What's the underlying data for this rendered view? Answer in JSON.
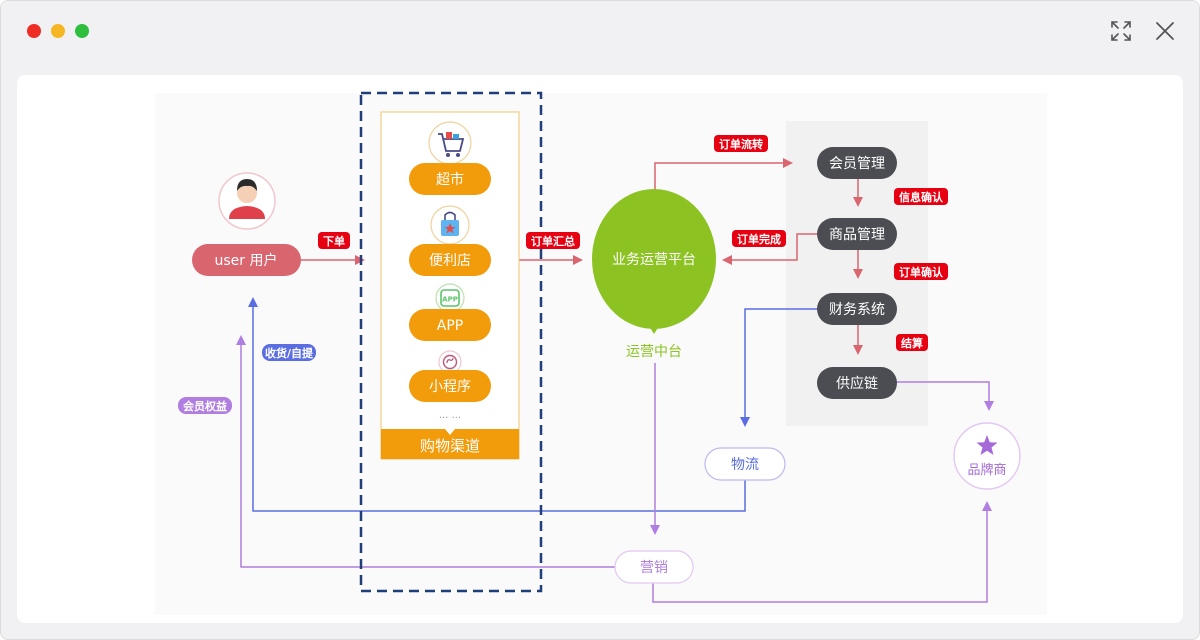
{
  "user": {
    "label": "user 用户"
  },
  "channel": {
    "title": "购物渠道",
    "items": [
      "超市",
      "便利店",
      "APP",
      "小程序"
    ],
    "more": "... ..."
  },
  "platform": {
    "label": "业务运营平台",
    "caption": "运营中台"
  },
  "right_stack": [
    "会员管理",
    "商品管理",
    "财务系统",
    "供应链"
  ],
  "tags": {
    "xiadan": "下单",
    "huizong": "订单汇总",
    "liuzhuan": "订单流转",
    "wancheng": "订单完成",
    "xinxi": "信息确认",
    "dingdan_queren": "订单确认",
    "jiesuan": "结算",
    "shouhuo": "收货/自提",
    "quanyi": "会员权益"
  },
  "nodes": {
    "wuliu": "物流",
    "yingxiao": "营销",
    "pinpai": "品牌商"
  },
  "colors": {
    "user": "#d9656f",
    "orange": "#f29b0b",
    "green": "#8cc323",
    "dark": "#4b4d52",
    "tag_red": "#e60012",
    "blue": "#5b6ee1",
    "purple": "#b07ee0",
    "dashed_box": "#1f3f7a"
  }
}
